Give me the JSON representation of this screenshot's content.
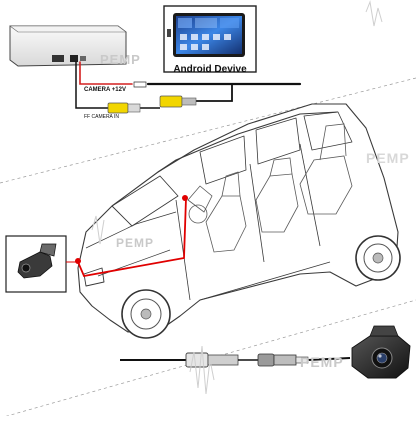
{
  "device": {
    "display_label": "Android Devive"
  },
  "wiring": {
    "power_label": "CAMERA +12V",
    "video_input_label": "FF CAMERA IN"
  },
  "watermark": {
    "text": "PEMP"
  },
  "colors": {
    "wire_red": "#d42020",
    "wire_black": "#111111",
    "rca_yellow": "#f2d600",
    "route_red": "#e00000",
    "screen_blue": "#2b6fd6"
  },
  "icons": {
    "control_box": "module-box-icon",
    "head_unit": "android-head-unit-icon",
    "camera": "front-camera-icon",
    "mount": "camera-mount-icon"
  }
}
